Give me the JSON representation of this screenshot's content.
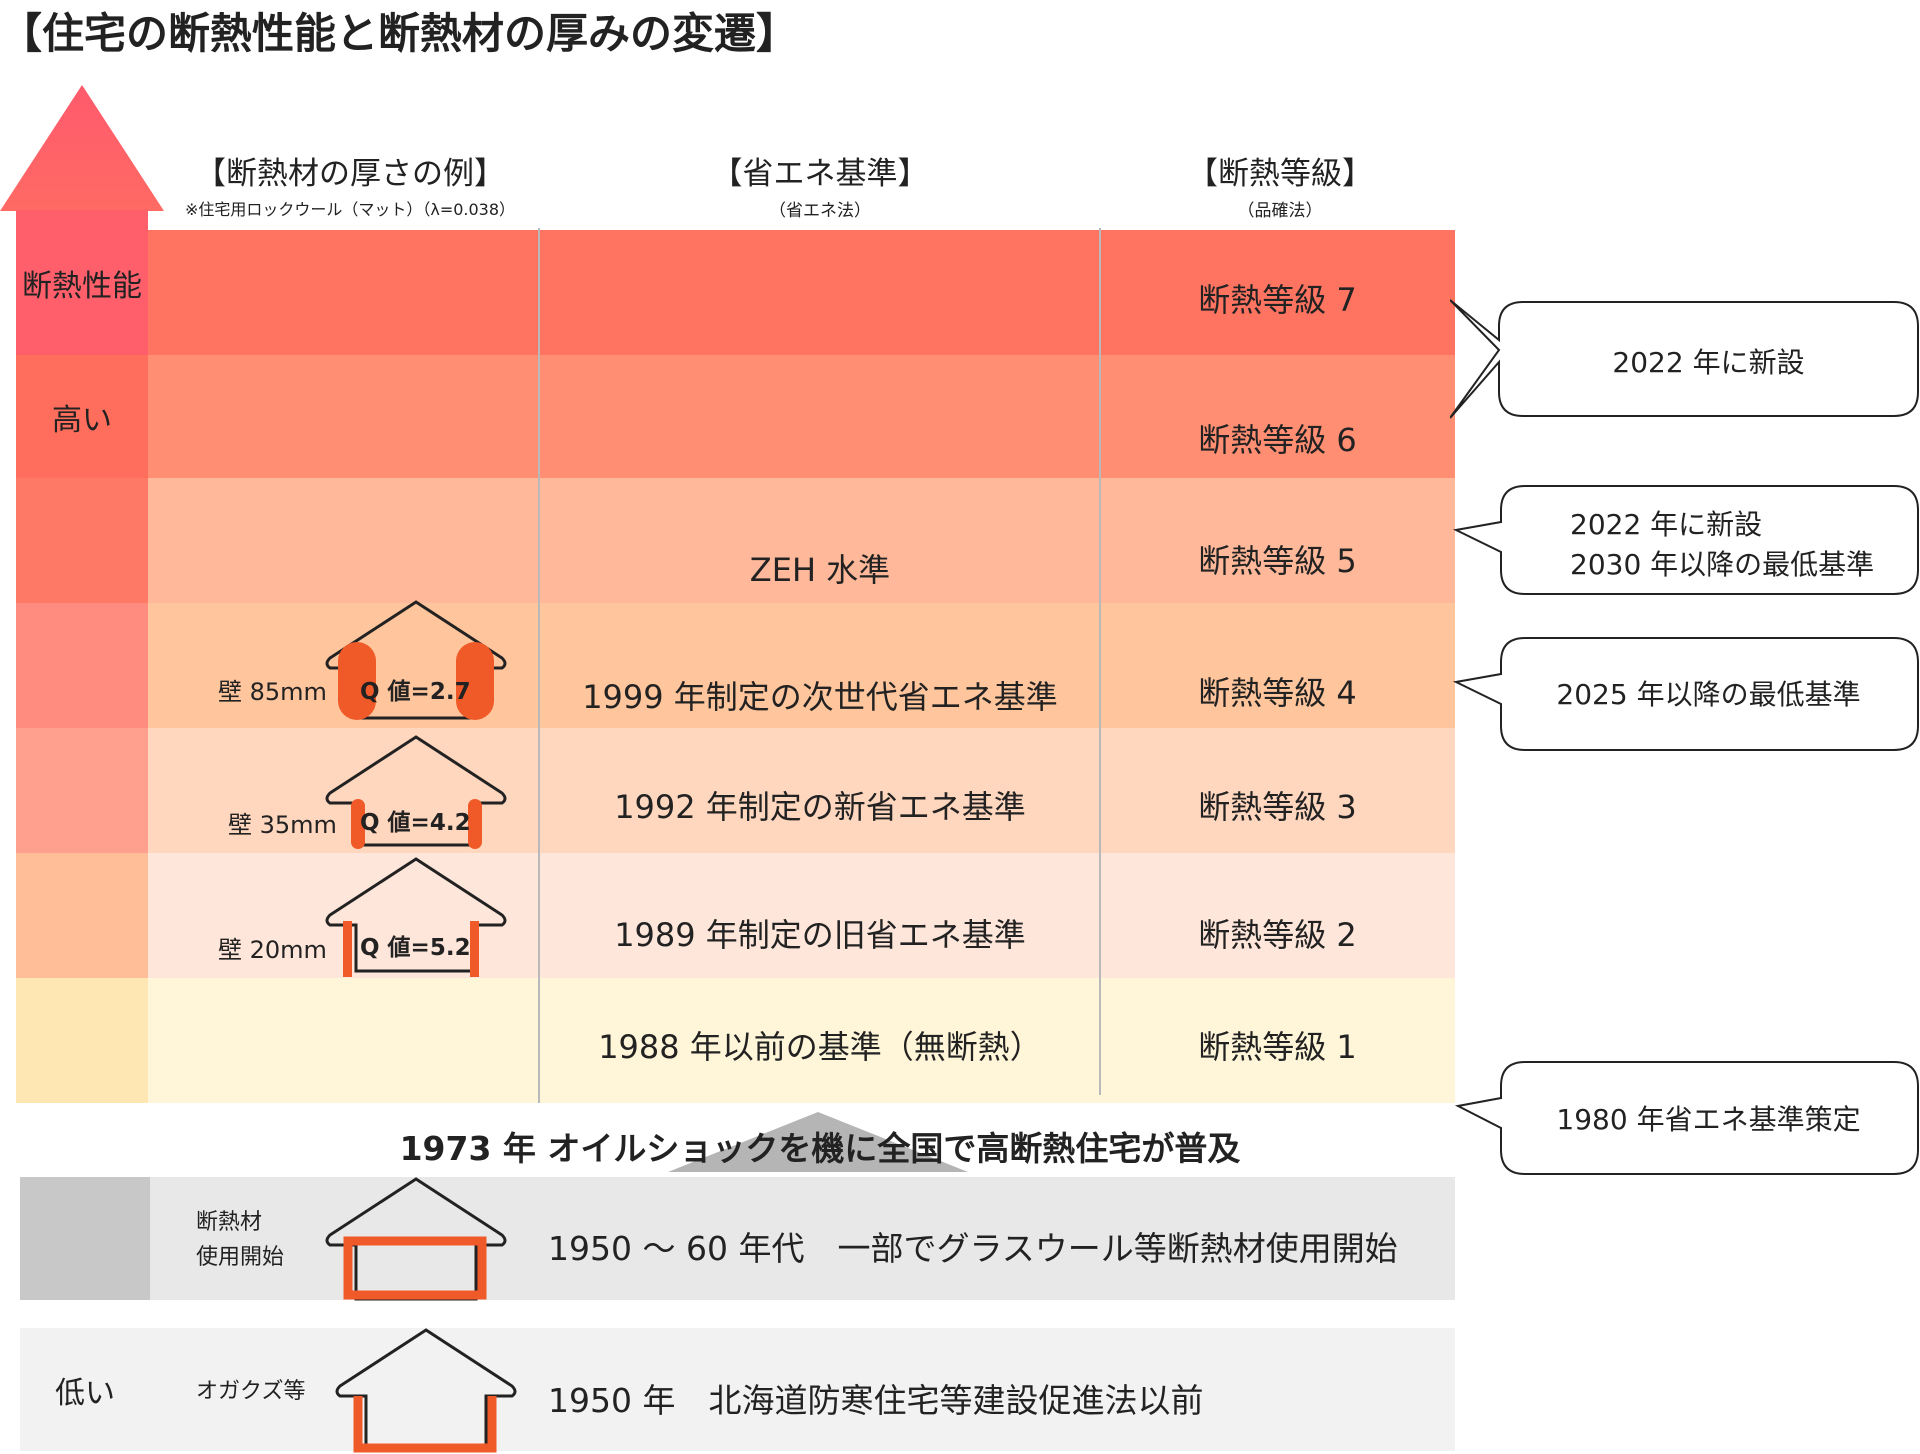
{
  "title": "【住宅の断熱性能と断熱材の厚みの変遷】",
  "headers": {
    "thickness": "【断熱材の厚さの例】",
    "thickness_note": "※住宅用ロックウール（マット）（λ=0.038）",
    "standard": "【省エネ基準】",
    "standard_note": "（省エネ法）",
    "grade": "【断熱等級】",
    "grade_note": "（品確法）"
  },
  "side_labels": {
    "performance": "断熱性能",
    "high": "高い",
    "low": "低い"
  },
  "rows": [
    {
      "standard": "",
      "grade": "断熱等級 7",
      "band_color": "#ff7361",
      "side_color": "#ff6b62"
    },
    {
      "standard": "",
      "grade": "断熱等級 6",
      "band_color": "#ff8e72",
      "side_color": "#ff6e5c"
    },
    {
      "standard": "ZEH 水準",
      "grade": "断熱等級 5",
      "band_color": "#ffb99a",
      "side_color": "#ff7a66"
    },
    {
      "standard": "1999 年制定の次世代省エネ基準",
      "grade": "断熱等級 4",
      "band_color": "#ffc59c",
      "side_color": "#ff8c7e"
    },
    {
      "standard": "1992 年制定の新省エネ基準",
      "grade": "断熱等級 3",
      "band_color": "#ffd6be",
      "side_color": "#ffa08e"
    },
    {
      "standard": "1989 年制定の旧省エネ基準",
      "grade": "断熱等級 2",
      "band_color": "#ffe6da",
      "side_color": "#ffbd98"
    },
    {
      "standard": "1988 年以前の基準（無断熱）",
      "grade": "断熱等級 1",
      "band_color": "#fff5d8",
      "side_color": "#ffe7b4"
    }
  ],
  "walls": [
    {
      "wall": "壁 85mm",
      "q": "Q 値=2.7"
    },
    {
      "wall": "壁 35mm",
      "q": "Q 値=4.2"
    },
    {
      "wall": "壁 20mm",
      "q": "Q 値=5.2"
    }
  ],
  "callouts": [
    {
      "text": "2022 年に新設"
    },
    {
      "line1": "2022 年に新設",
      "line2": "2030 年以降の最低基準"
    },
    {
      "text": "2025 年以降の最低基準"
    },
    {
      "text": "1980 年省エネ基準策定"
    }
  ],
  "milestone": "1973 年 オイルショックを機に全国で高断熱住宅が普及",
  "history": [
    {
      "material_line1": "断熱材",
      "material_line2": "使用開始",
      "era": "1950 ～ 60 年代　一部でグラスウール等断熱材使用開始"
    },
    {
      "material_line1": "オガクズ等",
      "era": "1950 年　北海道防寒住宅等建設促進法以前"
    }
  ],
  "colors": {
    "accent": "#f05a28",
    "arrow_top": "#ff5f6d",
    "grey_dark": "#c8c8c8",
    "grey_mid": "#e8e8e8",
    "grey_light": "#f2f2f2"
  }
}
